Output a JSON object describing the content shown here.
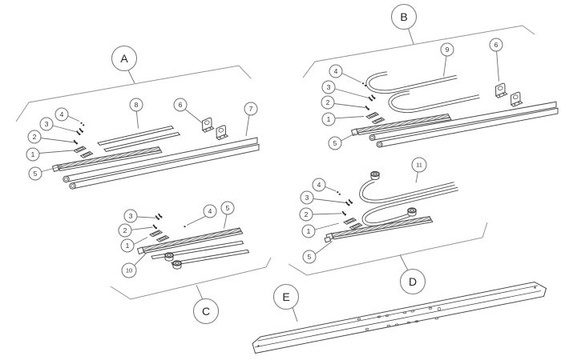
{
  "diagram": {
    "type": "exploded-parts-diagram",
    "description": "Exploded hardware kit diagram with five lettered part groups",
    "colors": {
      "highlight": "#ffe60a",
      "line": "#4a4a4a",
      "boundary": "#929292",
      "background": "#ffffff"
    },
    "groups": [
      {
        "id": "A",
        "label": "A",
        "highlighted": true,
        "callouts": [
          "1",
          "2",
          "3",
          "4",
          "5",
          "6",
          "7",
          "8"
        ]
      },
      {
        "id": "B",
        "label": "B",
        "highlighted": false,
        "callouts": [
          "1",
          "2",
          "3",
          "4",
          "5",
          "6",
          "9"
        ]
      },
      {
        "id": "C",
        "label": "C",
        "highlighted": false,
        "callouts": [
          "1",
          "2",
          "3",
          "4",
          "5",
          "10"
        ]
      },
      {
        "id": "D",
        "label": "D",
        "highlighted": false,
        "callouts": [
          "1",
          "2",
          "3",
          "4",
          "5",
          "11"
        ]
      },
      {
        "id": "E",
        "label": "E",
        "highlighted": false,
        "callouts": []
      }
    ]
  }
}
